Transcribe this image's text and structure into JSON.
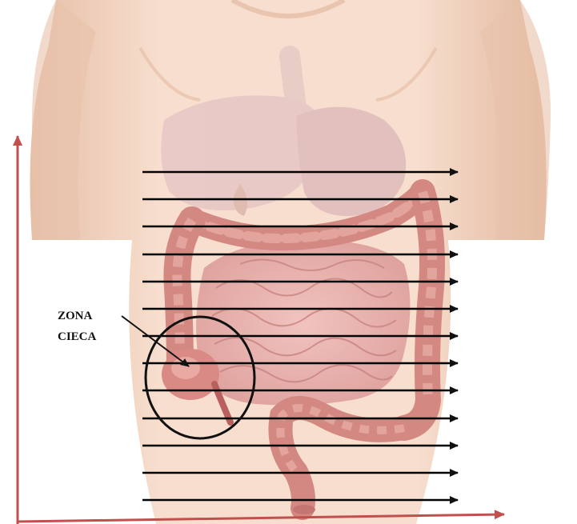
{
  "annotation": {
    "line1": "ZONA",
    "line2": "CIECA"
  },
  "scan_lines": {
    "count": 13,
    "color": "#000000"
  },
  "colors": {
    "skin_light": "#f6dccb",
    "skin_mid": "#efc9b0",
    "skin_shadow": "#d9a98c",
    "organ_pale": "#e9cbc8",
    "intestine": "#d88e8a",
    "intestine_dark": "#b9605f",
    "intestine_light": "#ecb2ab",
    "axis_red": "#c0504d",
    "stroke_black": "#111111"
  }
}
